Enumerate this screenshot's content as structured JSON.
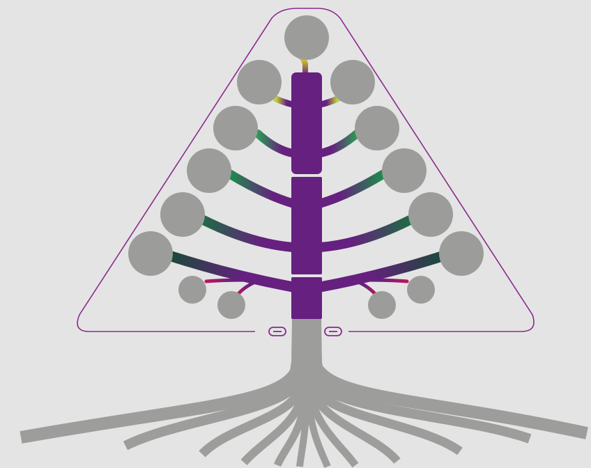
{
  "colors": {
    "background": "#e4e4e4",
    "node_gray": "#9c9c9a",
    "trunk_purple": "#66207f",
    "outline_purple": "#8a2a8a",
    "root_gray": "#9d9d9b",
    "segment_gap": "#ffffff"
  },
  "diagram": {
    "trunk_segments": 3,
    "left_nodes": 7,
    "right_nodes": 7,
    "top_nodes": 1,
    "roots": 12,
    "branch_gradients": [
      {
        "from": "#d6de2a",
        "to": "#66207f"
      },
      {
        "from": "#b6cf3c",
        "to": "#66207f"
      },
      {
        "from": "#2d9a55",
        "to": "#66207f"
      },
      {
        "from": "#1f8c4b",
        "to": "#66207f"
      },
      {
        "from": "#1e6b45",
        "to": "#66207f"
      },
      {
        "from": "#1b4a3a",
        "to": "#66207f"
      },
      {
        "from": "#c0145e",
        "to": "#66207f"
      }
    ]
  },
  "icons": {
    "left_link": "link-left-icon",
    "right_link": "link-right-icon"
  }
}
